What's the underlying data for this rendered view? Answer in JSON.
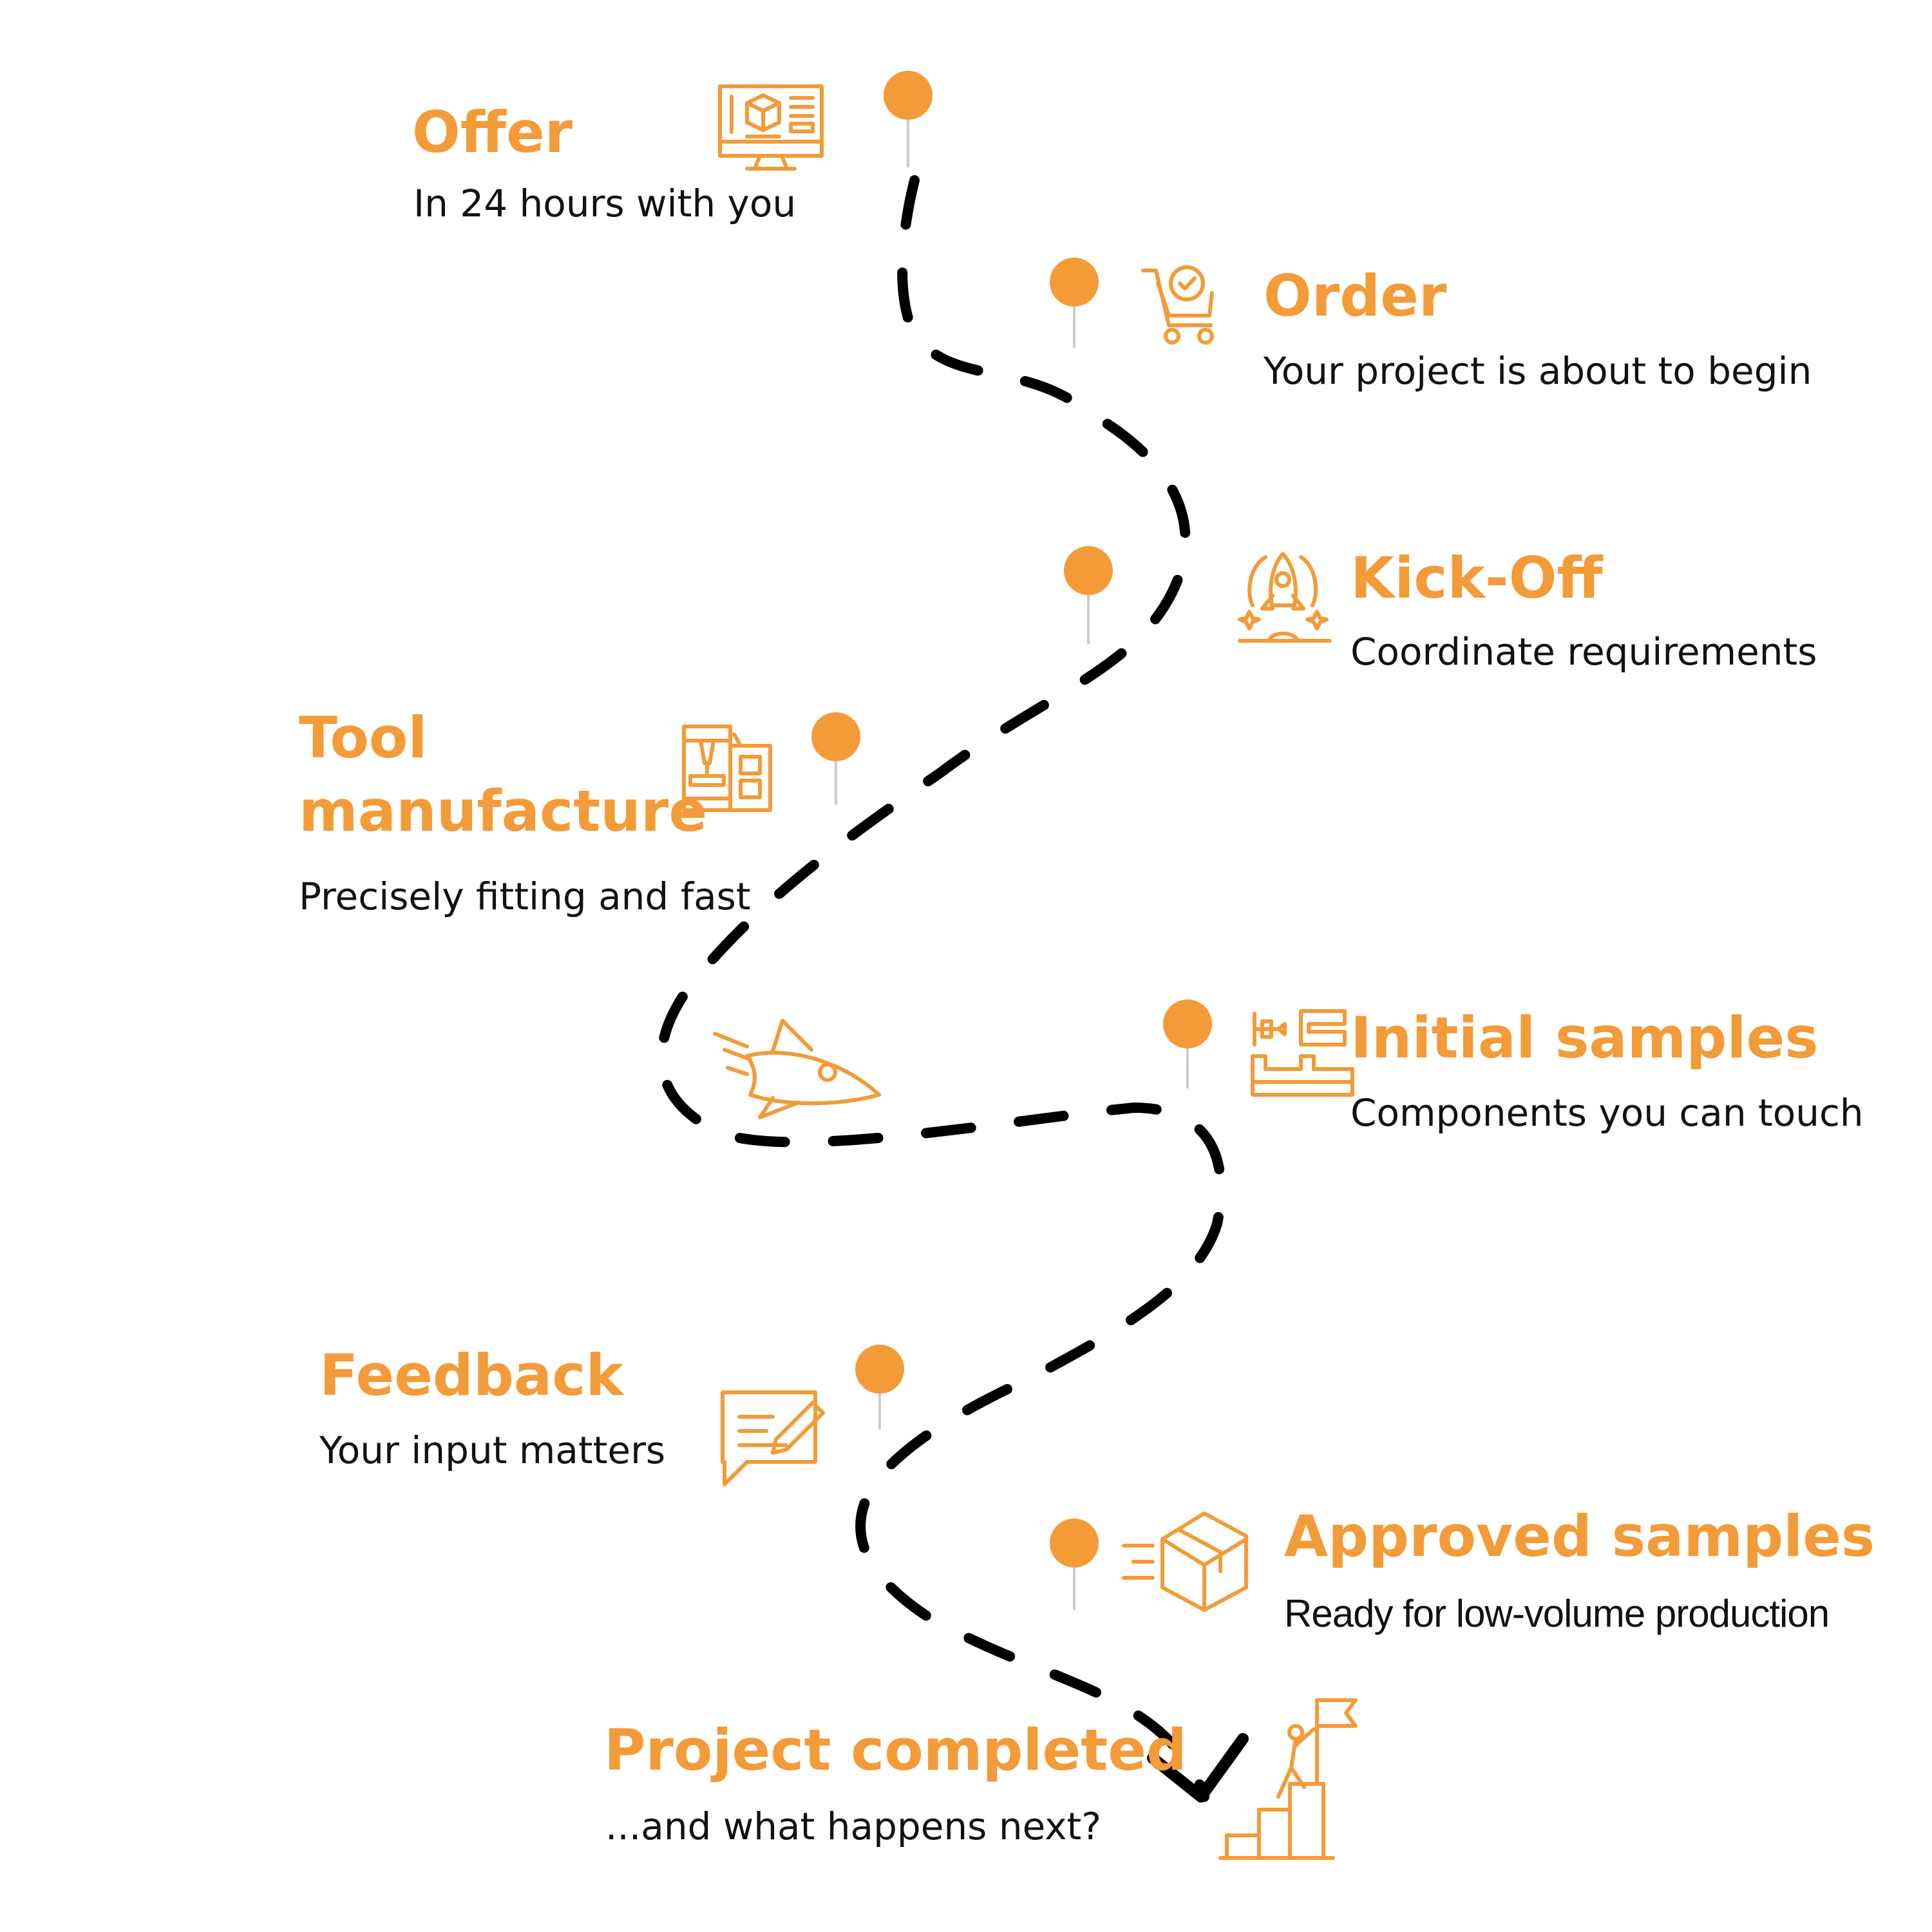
{
  "steps": [
    {
      "title": "Offer",
      "subtitle": "In 24 hours with you",
      "icon": "computer-3d-design-icon"
    },
    {
      "title": "Order",
      "subtitle": "Your project is about to begin",
      "icon": "shopping-cart-check-icon"
    },
    {
      "title": "Kick-Off",
      "subtitle": "Coordinate requirements",
      "icon": "rocket-bulb-icon"
    },
    {
      "title_line1": "Tool",
      "title_line2": "manufacture",
      "subtitle": "Precisely fitting and fast",
      "icon": "machine-tool-icon"
    },
    {
      "title": "Initial samples",
      "subtitle": "Components you can touch",
      "icon": "cnc-milling-icon"
    },
    {
      "title": "Feedback",
      "subtitle": "Your input matters",
      "icon": "speech-bubble-pencil-icon"
    },
    {
      "title": "Approved samples",
      "subtitle": "Ready for low-volume production",
      "icon": "delivery-box-icon"
    },
    {
      "title": "Project completed",
      "subtitle": "...and what happens next?",
      "icon": "climber-flag-icon"
    }
  ],
  "path_decoration": "rocket-icon",
  "colors": {
    "accent": "#F29B38",
    "path": "#000000",
    "text": "#111111"
  }
}
